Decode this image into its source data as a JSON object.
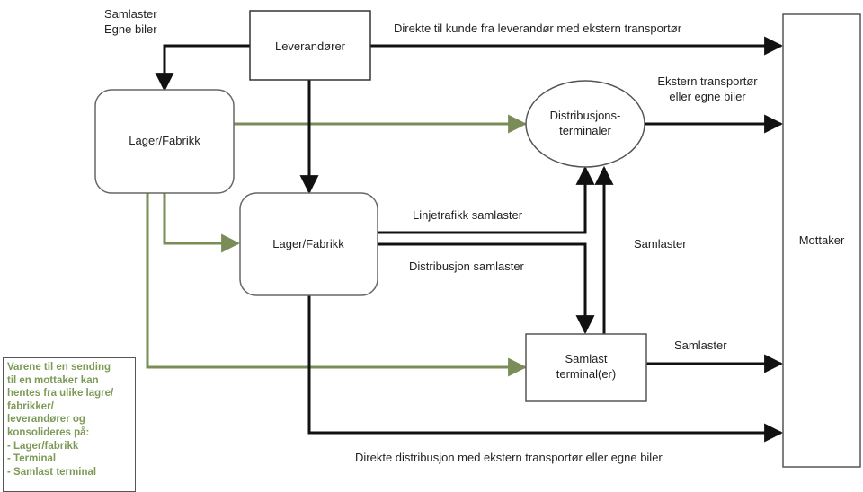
{
  "colors": {
    "black_flow": "#111111",
    "green_flow": "#7a8c57",
    "node_border": "#555555",
    "note_text": "#7d9a57"
  },
  "nodes": {
    "suppliers": "Leverandører",
    "warehouse_1": "Lager/Fabrikk",
    "warehouse_2": "Lager/Fabrikk",
    "distribution_terminal": [
      "Distribusjons-",
      "terminaler"
    ],
    "consolidation_terminal": [
      "Samlast",
      "terminal(er)"
    ],
    "receiver": "Mottaker"
  },
  "edge_labels": {
    "top_left": [
      "Samlaster",
      "Egne biler"
    ],
    "direct_from_supplier": "Direkte til kunde fra leverandør med ekstern transportør",
    "external_or_own": [
      "Ekstern transportør",
      "eller egne biler"
    ],
    "line_traffic": "Linjetrafikk samlaster",
    "distribution_consolidated": "Distribusjon samlaster",
    "consolidated_up": "Samlaster",
    "consolidated_out": "Samlaster",
    "direct_distribution": "Direkte distribusjon med ekstern transportør eller egne biler"
  },
  "note": {
    "lines": [
      "Varene til en sending",
      "til en mottaker kan",
      "hentes fra ulike lagre/",
      "fabrikker/",
      "leverandører og",
      "konsolideres på:",
      "- Lager/fabrikk",
      "- Terminal",
      "- Samlast terminal"
    ]
  }
}
